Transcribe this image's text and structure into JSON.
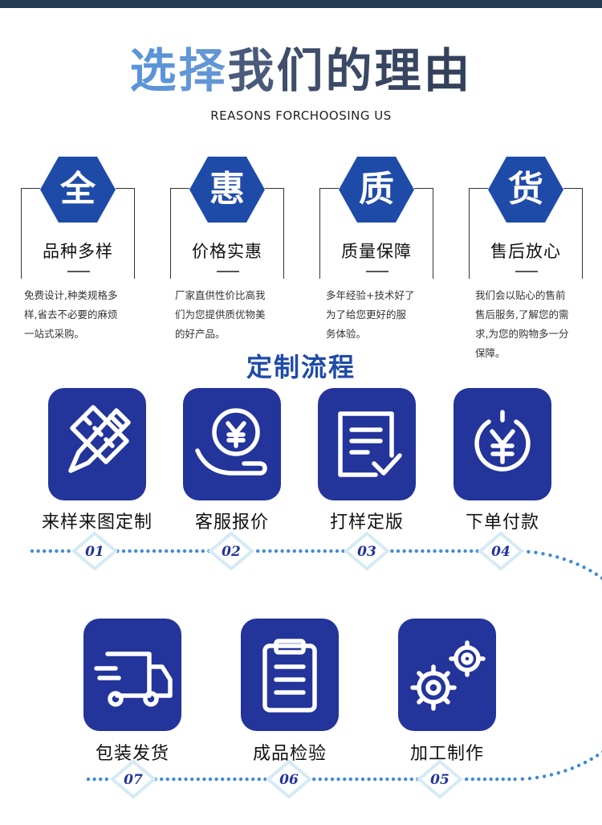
{
  "header": {
    "title_chars": [
      "选",
      "择",
      "我",
      "们",
      "的",
      "理",
      "由"
    ],
    "title_colors": [
      "#5b94d8",
      "#6296d6",
      "#4a5a7a",
      "#3f4e69",
      "#3a4964",
      "#374560",
      "#33415b"
    ],
    "subtitle": "REASONS FORCHOOSING US"
  },
  "reasons": [
    {
      "char": "全",
      "name": "品种多样",
      "desc": [
        "免费设计,种类规格多",
        "样,省去不必要的麻烦",
        "一站式采购。"
      ]
    },
    {
      "char": "惠",
      "name": "价格实惠",
      "desc": [
        "厂家直供性价比高我",
        "们为您提供质优物美",
        "的好产品。"
      ]
    },
    {
      "char": "质",
      "name": "质量保障",
      "desc": [
        "多年经验+技术好了",
        "为了给您更好的服",
        "务体验。"
      ]
    },
    {
      "char": "货",
      "name": "售后放心",
      "desc": [
        "我们会以贴心的售前",
        "售后服务,了解您的需",
        "求,为您的购物多一分",
        "保障。"
      ]
    }
  ],
  "process": {
    "title": "定制流程",
    "steps": [
      {
        "label": "来样来图定制",
        "num": "01",
        "icon": "pencil-ruler-icon"
      },
      {
        "label": "客服报价",
        "num": "02",
        "icon": "yen-coin-hand-icon"
      },
      {
        "label": "打样定版",
        "num": "03",
        "icon": "document-check-icon"
      },
      {
        "label": "下单付款",
        "num": "04",
        "icon": "yen-power-icon"
      },
      {
        "label": "加工制作",
        "num": "05",
        "icon": "gears-icon"
      },
      {
        "label": "成品检验",
        "num": "06",
        "icon": "clipboard-icon"
      },
      {
        "label": "包装发货",
        "num": "07",
        "icon": "delivery-truck-icon"
      }
    ],
    "colors": {
      "tile": "#23349b",
      "dots": "#3f8ad6",
      "accent": "#1f4ba8"
    }
  }
}
